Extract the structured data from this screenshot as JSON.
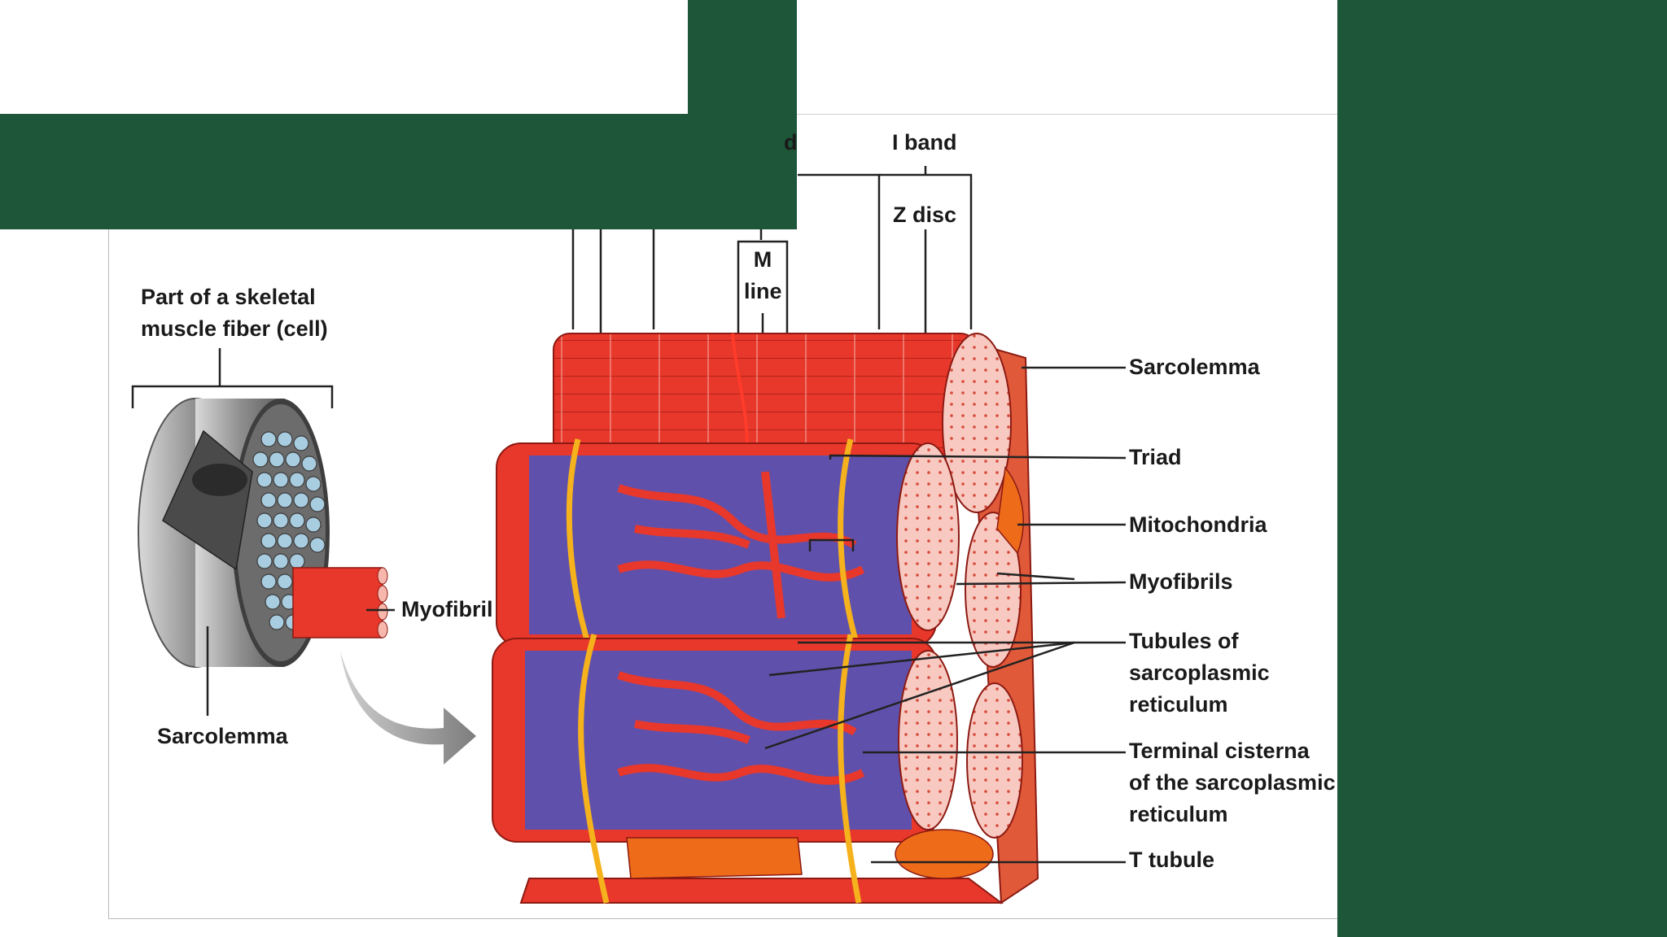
{
  "labels": {
    "partial_a_band": "d",
    "i_band": "I band",
    "z_disc": "Z disc",
    "m_line": "M\nline",
    "skeletal_fiber": "Part of a skeletal\nmuscle fiber (cell)",
    "myofibril": "Myofibril",
    "sarcolemma_left": "Sarcolemma",
    "sarcolemma_right": "Sarcolemma",
    "triad": "Triad",
    "mitochondria": "Mitochondria",
    "myofibrils": "Myofibrils",
    "tubules_sr": "Tubules of\nsarcoplasmic\nreticulum",
    "terminal_cisterna": "Terminal cisterna\nof the sarcoplasmic\nreticulum",
    "t_tubule": "T tubule"
  },
  "colors": {
    "slide_green": "#1d5638",
    "muscle_red": "#e8372b",
    "sr_blue": "#3f4fb8",
    "t_tubule_yellow": "#f5b21c",
    "mito_orange": "#ee6b1a"
  }
}
